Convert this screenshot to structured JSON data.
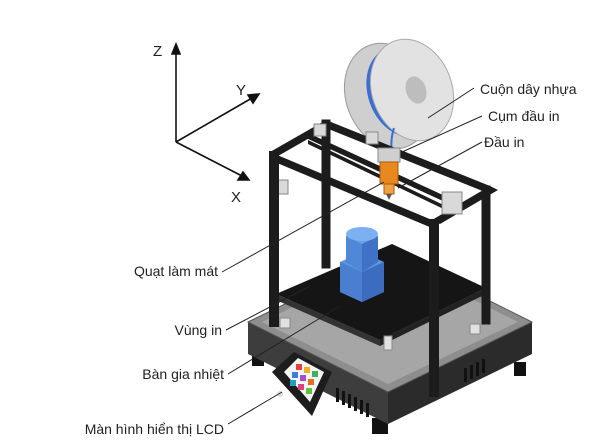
{
  "diagram": {
    "axes": {
      "z": "Z",
      "y": "Y",
      "x": "X"
    },
    "labels": {
      "filament_spool": "Cuộn dây nhựa",
      "print_head_assembly": "Cụm đầu in",
      "nozzle": "Đầu in",
      "cooling_fan": "Quạt làm mát",
      "print_area": "Vùng in",
      "heated_bed": "Bàn gia nhiệt",
      "lcd_screen": "Màn hình hiển thị LCD"
    },
    "colors": {
      "frame": "#1c1c1c",
      "base": "#4a4a4a",
      "base_top": "#9a9a9a",
      "bed": "#1a1a1a",
      "print_object": "#4d86d6",
      "spool": "#d8d8d8",
      "filament": "#3a6fd0",
      "hotend": "#e8891f"
    },
    "icons": [
      "lcd-screen-icon"
    ]
  }
}
